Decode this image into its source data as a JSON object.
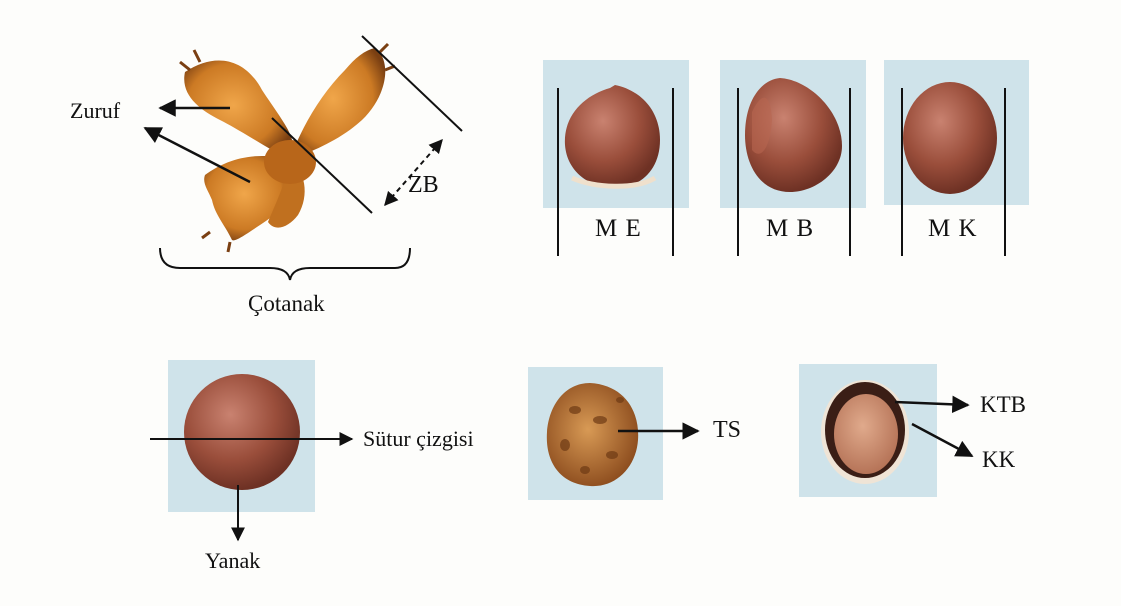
{
  "labels": {
    "zuruf": "Zuruf",
    "zb": "ZB",
    "cotanak": "Çotanak",
    "me": "M E",
    "mb": "M B",
    "mk": "M K",
    "sutur": "Sütur çizgisi",
    "yanak": "Yanak",
    "ts": "TS",
    "ktb": "KTB",
    "kk": "KK"
  },
  "colors": {
    "panel": "#cfe3ea",
    "husk": "#d88a2e",
    "husk_dark": "#7a3f12",
    "nut": "#9a4e3b",
    "nut_light": "#c4735e",
    "kernel": "#cc8f72",
    "line": "#111111"
  }
}
